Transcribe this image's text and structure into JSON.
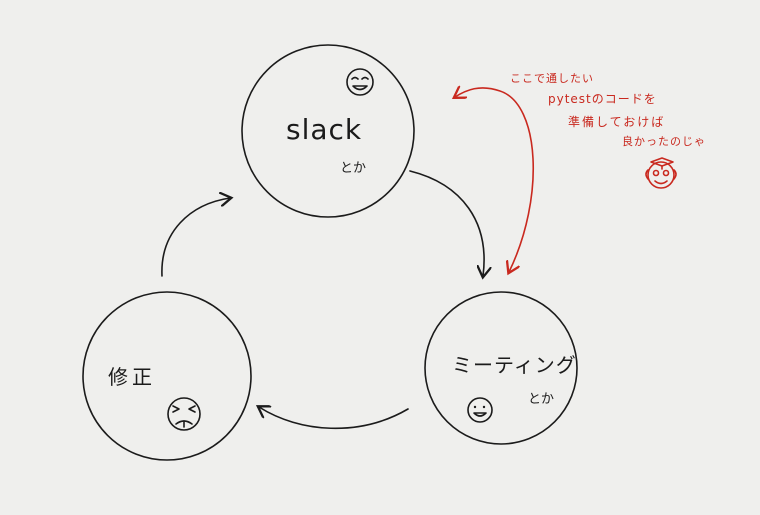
{
  "nodes": {
    "slack": {
      "label": "slack",
      "sublabel": "とか",
      "face": "smiling"
    },
    "meeting": {
      "label": "ミーティング",
      "sublabel": "とか",
      "face": "smiling"
    },
    "fix": {
      "label": "修正",
      "face": "frustrated"
    }
  },
  "note": {
    "lines": [
      "ここで通したい",
      "pytestのコードを",
      "準備しておけば",
      "良かったのじゃ"
    ],
    "color": "#c9291f",
    "icon": "old-man-face-icon"
  },
  "colors": {
    "ink": "#1b1b1b",
    "accent": "#c9291f",
    "background": "#efefed"
  }
}
